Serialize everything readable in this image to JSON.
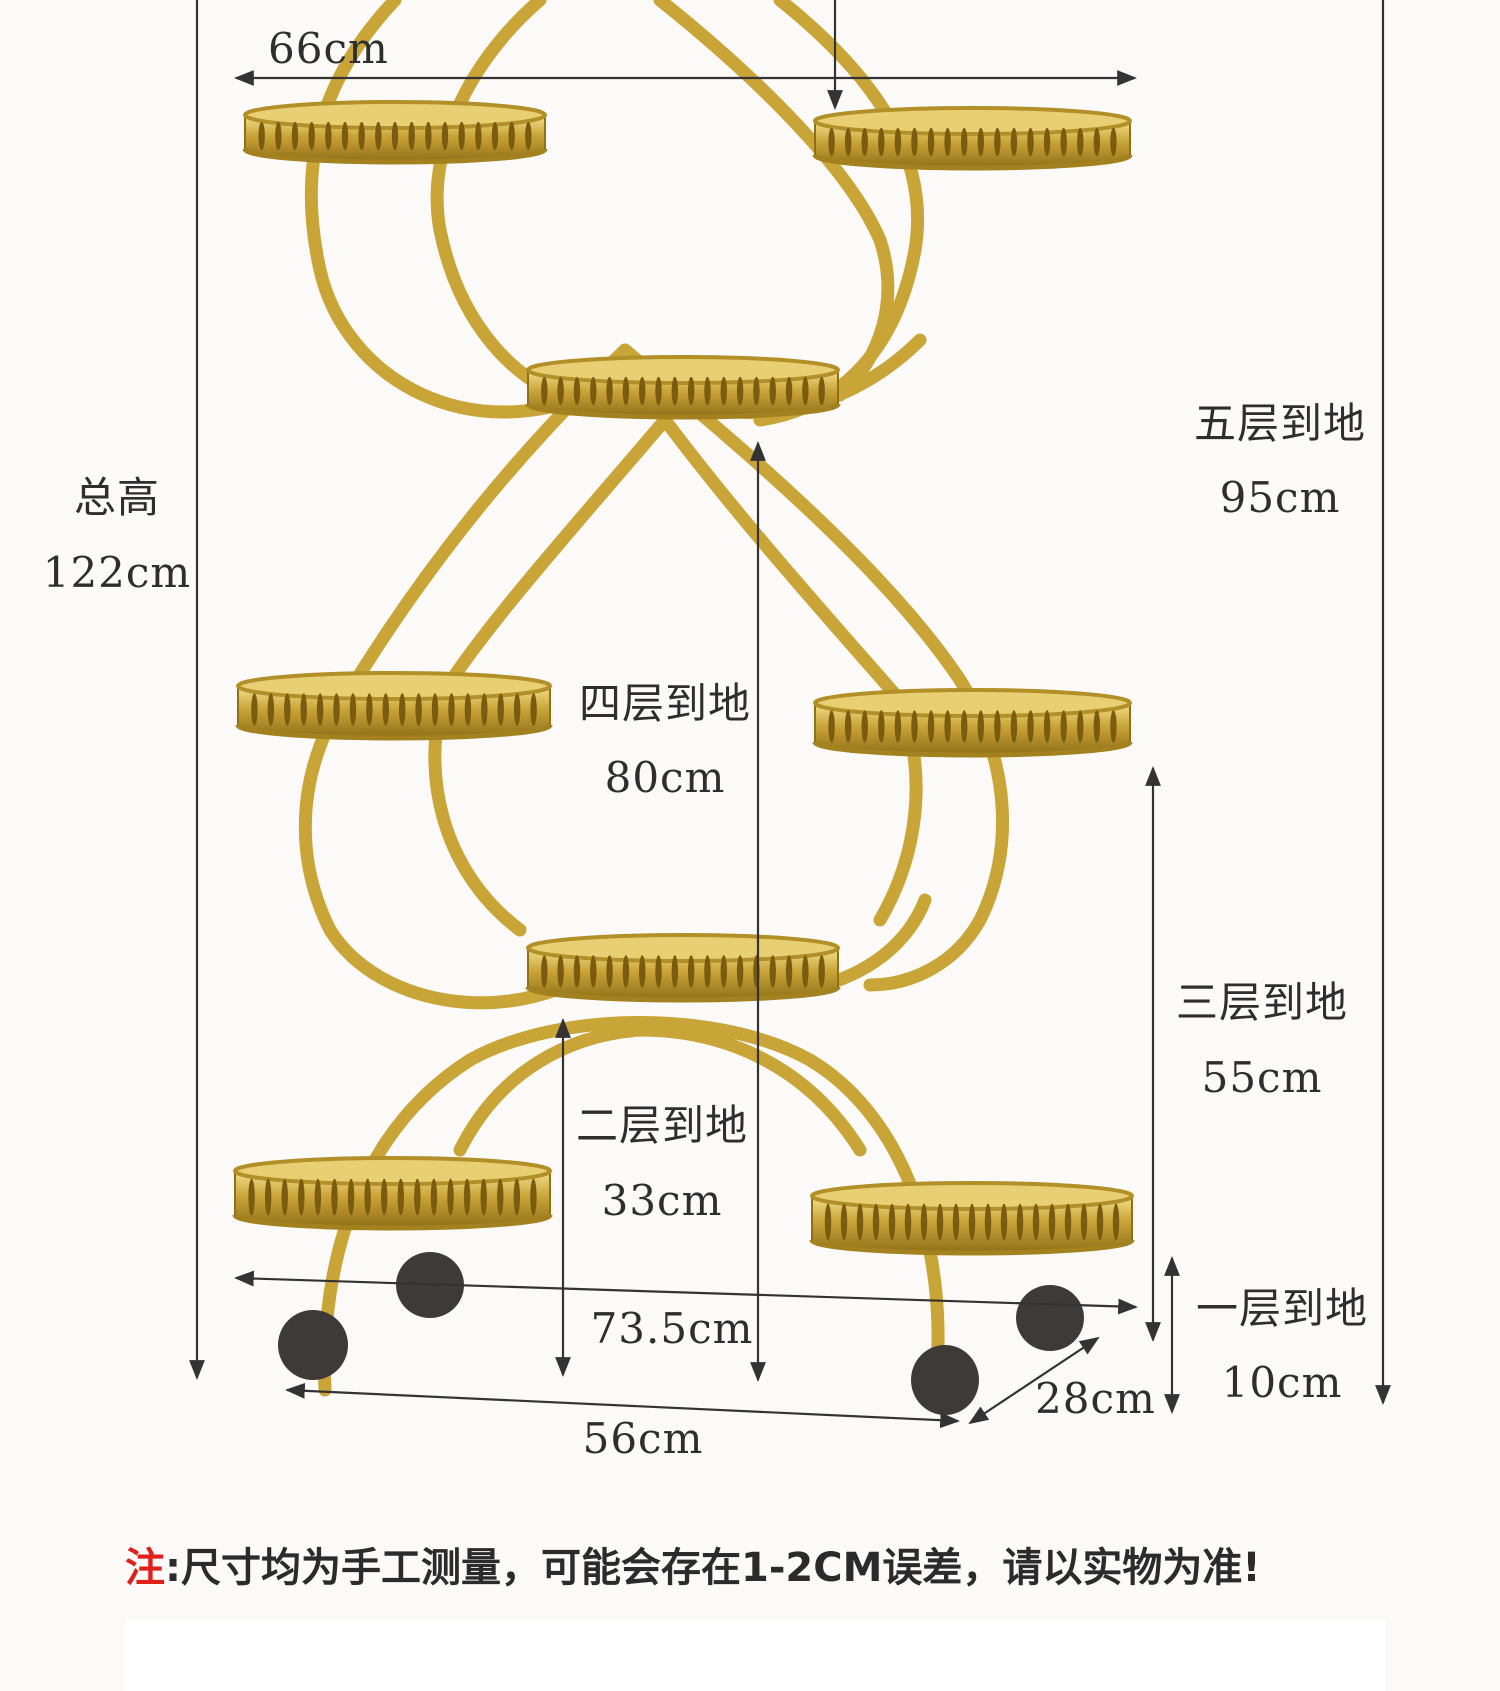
{
  "dimensions": {
    "width_top": "66cm",
    "total_height_label": "总高",
    "total_height_value": "122cm",
    "level5_label": "五层到地",
    "level5_value": "95cm",
    "level4_label": "四层到地",
    "level4_value": "80cm",
    "level3_label": "三层到地",
    "level3_value": "55cm",
    "level2_label": "二层到地",
    "level2_value": "33cm",
    "level1_label": "一层到地",
    "level1_value": "10cm",
    "width_mid": "73.5cm",
    "depth": "28cm",
    "width_base": "56cm"
  },
  "note": {
    "prefix": "注",
    "text": ":尺寸均为手工测量，可能会存在1-2CM误差，请以实物为准!"
  },
  "colors": {
    "gold": "#c9a437",
    "gold_dark": "#8f6f17",
    "gold_light": "#f0d883",
    "line": "#333333",
    "accent_red": "#e0201a",
    "wheel": "#3e3a38"
  }
}
